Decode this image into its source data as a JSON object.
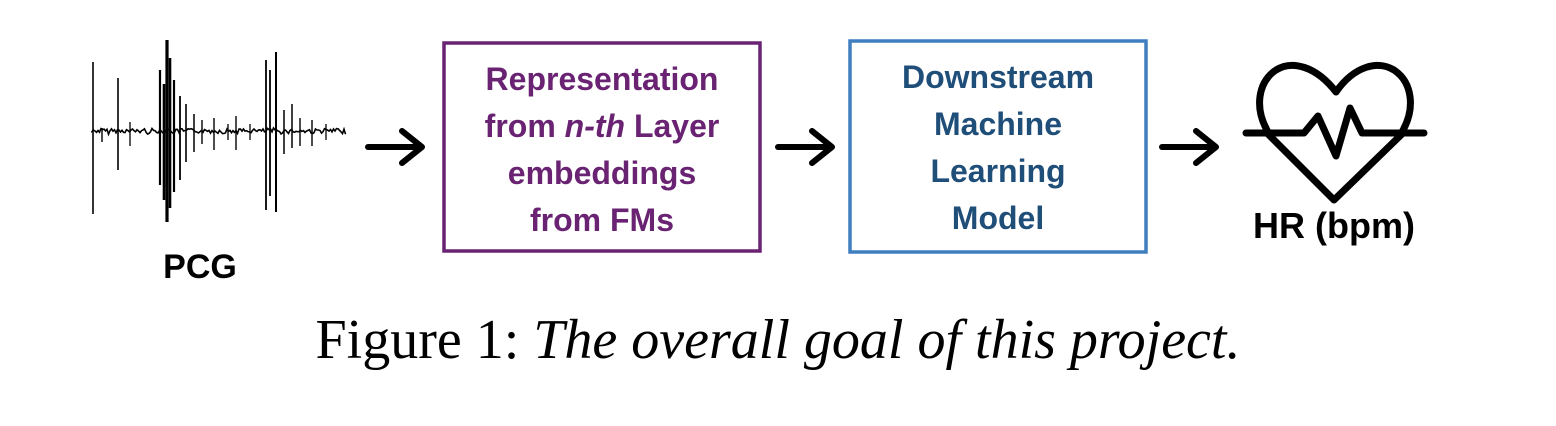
{
  "colors": {
    "purple": "#6A2372",
    "blue": "#3F7FBF",
    "dark_blue": "#1F4E79",
    "black": "#000000"
  },
  "input": {
    "label": "PCG",
    "icon": "pcg-waveform-icon"
  },
  "box1": {
    "line1": "Representation",
    "line2_a": "from ",
    "line2_italic": "n-th",
    "line2_b": " Layer",
    "line3": "embeddings",
    "line4": "from FMs"
  },
  "box2": {
    "line1": "Downstream",
    "line2": "Machine",
    "line3": "Learning",
    "line4": "Model"
  },
  "output": {
    "label": "HR (bpm)",
    "icon": "heart-rate-icon"
  },
  "caption": {
    "prefix": "Figure 1: ",
    "text": "The overall goal of this project."
  }
}
